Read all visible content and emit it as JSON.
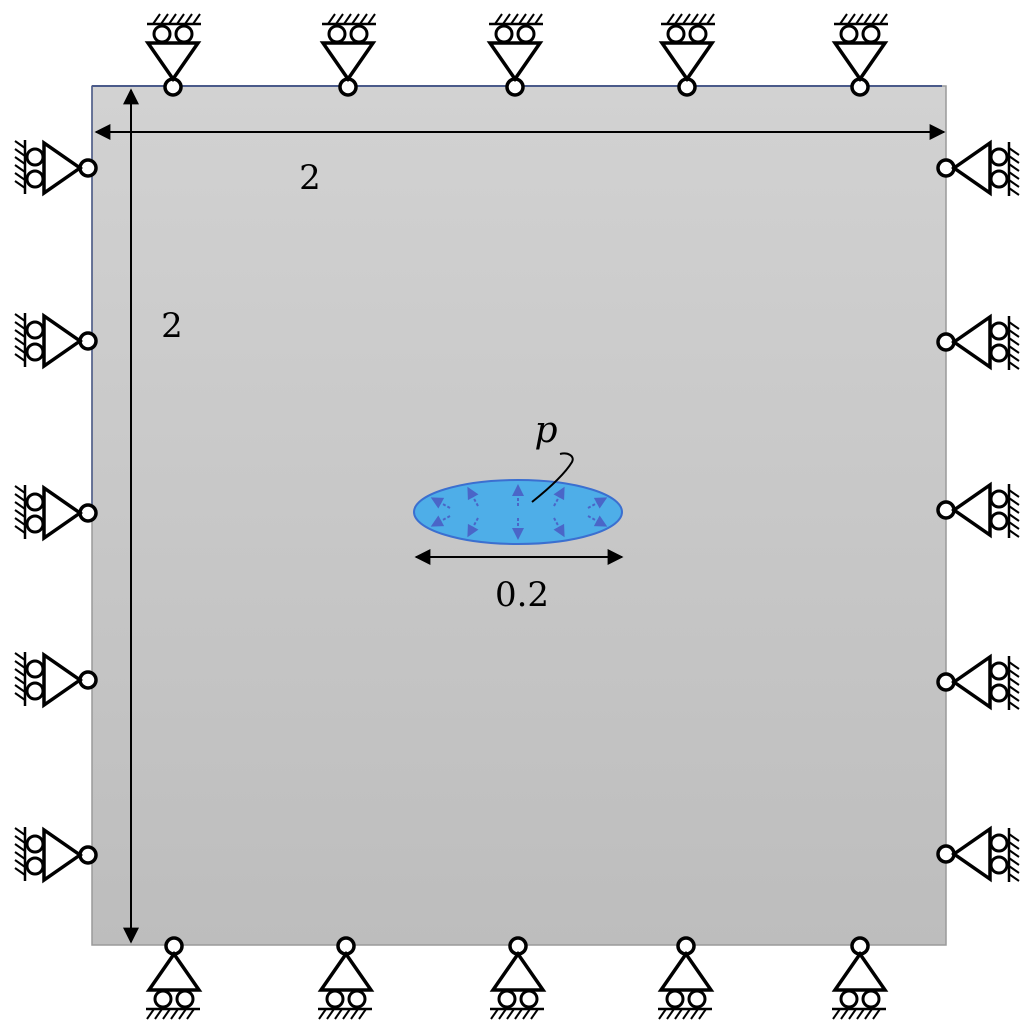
{
  "plate": {
    "fill_top": "#d2d2d2",
    "fill_bottom": "#bdbdbd",
    "border": "#9a9a9a"
  },
  "dimensions": {
    "width_label": "2",
    "height_label": "2",
    "crack_length_label": "0.2"
  },
  "crack": {
    "fill": "#4eaee8",
    "stroke": "#3b6fd0",
    "arrow_color": "#4a66c8",
    "pressure_label": "p"
  },
  "supports": {
    "top_count": 5,
    "bottom_count": 5,
    "left_count": 5,
    "right_count": 5,
    "type": "roller"
  },
  "colors": {
    "ink": "#000000"
  }
}
